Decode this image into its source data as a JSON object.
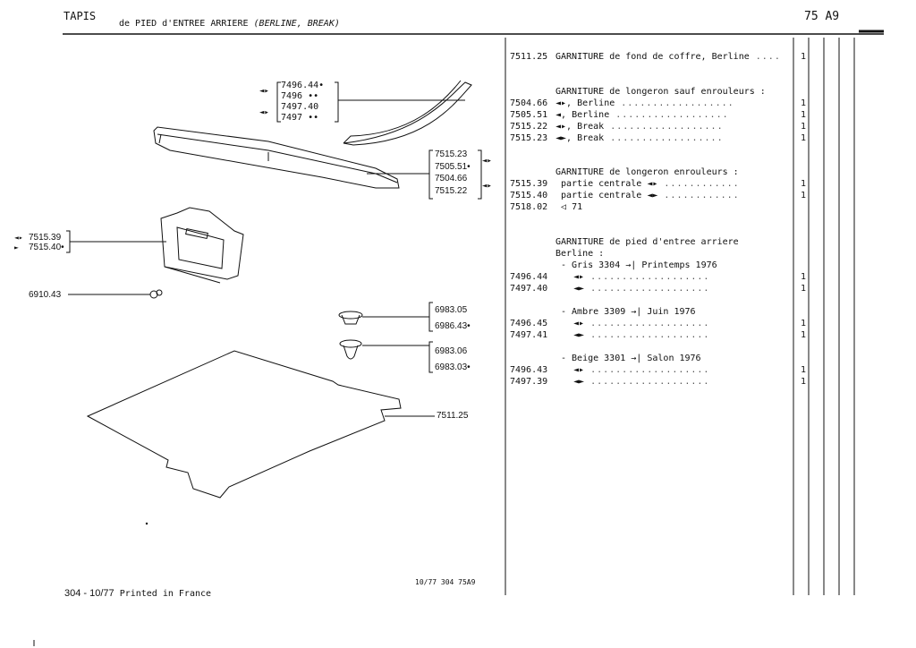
{
  "header": {
    "title": "TAPIS",
    "subtitle_main": "de PIED d'ENTREE ARRIERE",
    "subtitle_italic": "(BERLINE, BREAK)",
    "page_code": "75 A9"
  },
  "footer": {
    "page_num": "304 - 10/77",
    "printed": "Printed in France",
    "code": "10/77 304 75A9"
  },
  "diagram_labels": {
    "group1": [
      "7496.44•",
      "7496 ••",
      "7497.40",
      "7497 ••"
    ],
    "group2": [
      "7515.23",
      "7505.51•",
      "7504.66",
      "7515.22"
    ],
    "group3": [
      "7515.39",
      "7515.40•"
    ],
    "single_clip": "6910.43",
    "group4": [
      "6983.05",
      "6986.43•"
    ],
    "group5": [
      "6983.06",
      "6983.03•"
    ],
    "floor": "7511.25"
  },
  "parts": {
    "r1": {
      "ref": "7511.25",
      "desc": "GARNITURE de fond de coffre, Berline",
      "qty": "1"
    },
    "s1": "GARNITURE de longeron sauf enrouleurs :",
    "r2": {
      "ref": "7504.66",
      "desc": ", Berline",
      "qty": "1"
    },
    "r3": {
      "ref": "7505.51",
      "desc": ", Berline",
      "qty": "1"
    },
    "r4": {
      "ref": "7515.22",
      "desc": ", Break",
      "qty": "1"
    },
    "r5": {
      "ref": "7515.23",
      "desc": ", Break",
      "qty": "1"
    },
    "s2": "GARNITURE de longeron enrouleurs :",
    "r6": {
      "ref": "7515.39",
      "desc": "partie centrale",
      "qty": "1"
    },
    "r7": {
      "ref": "7515.40",
      "desc": "partie centrale",
      "qty": "1"
    },
    "r8": {
      "ref": "7518.02",
      "desc": "71",
      "qty": ""
    },
    "s3": "GARNITURE de pied d'entree arriere",
    "s3b": "Berline :",
    "g1": "- Gris 3304",
    "g1b": "Printemps 1976",
    "r9": {
      "ref": "7496.44",
      "qty": "1"
    },
    "r10": {
      "ref": "7497.40",
      "qty": "1"
    },
    "g2": "- Ambre 3309",
    "g2b": "Juin 1976",
    "r11": {
      "ref": "7496.45",
      "qty": "1"
    },
    "r12": {
      "ref": "7497.41",
      "qty": "1"
    },
    "g3": "- Beige 3301",
    "g3b": "Salon 1976",
    "r13": {
      "ref": "7496.43",
      "qty": "1"
    },
    "r14": {
      "ref": "7497.39",
      "qty": "1"
    }
  }
}
